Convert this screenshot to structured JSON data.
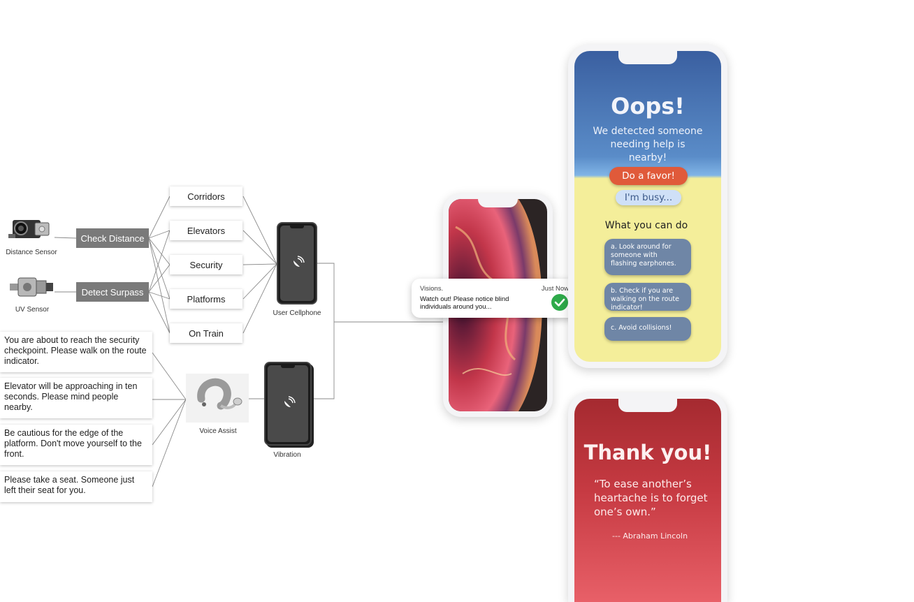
{
  "sensors": {
    "distance_label": "Distance Sensor",
    "uv_label": "UV Sensor"
  },
  "actions": {
    "check_distance": "Check Distance",
    "detect_surpass": "Detect Surpass"
  },
  "locations": [
    "Corridors",
    "Elevators",
    "Security",
    "Platforms",
    "On Train"
  ],
  "devices": {
    "user_cellphone": "User Cellphone",
    "voice_assist": "Voice Assist",
    "vibration": "Vibration"
  },
  "messages": [
    "You are about to reach the security checkpoint. Please walk on the route indicator.",
    "Elevator will be approaching in ten seconds. Please mind people nearby.",
    "Be cautious for the edge of the platform. Don't move yourself to the front.",
    "Please take a seat. Someone just left their seat for you."
  ],
  "notification": {
    "app": "Visions.",
    "time": "Just Now",
    "text": "Watch out! Please notice blind individuals around you..."
  },
  "oops_screen": {
    "title": "Oops!",
    "subtitle": "We detected someone needing help is nearby!",
    "primary_button": "Do a favor!",
    "secondary_button": "I'm busy...",
    "section_title": "What you can do",
    "tips": [
      "a. Look around for someone with flashing earphones.",
      "b. Check if you are walking on the route indicator!",
      "c. Avoid collisions!"
    ],
    "colors": {
      "top": "#3a5fa0",
      "bottom": "#f4ee9a",
      "primary": "#e05a3a",
      "secondary": "#cfe0f7",
      "tip": "#6f86a6"
    }
  },
  "thanks_screen": {
    "title": "Thank you!",
    "quote": "“To ease another’s heartache is to forget one’s own.”",
    "author": "--- Abraham Lincoln",
    "colors": {
      "top": "#a52a30",
      "bottom": "#e86068"
    }
  }
}
